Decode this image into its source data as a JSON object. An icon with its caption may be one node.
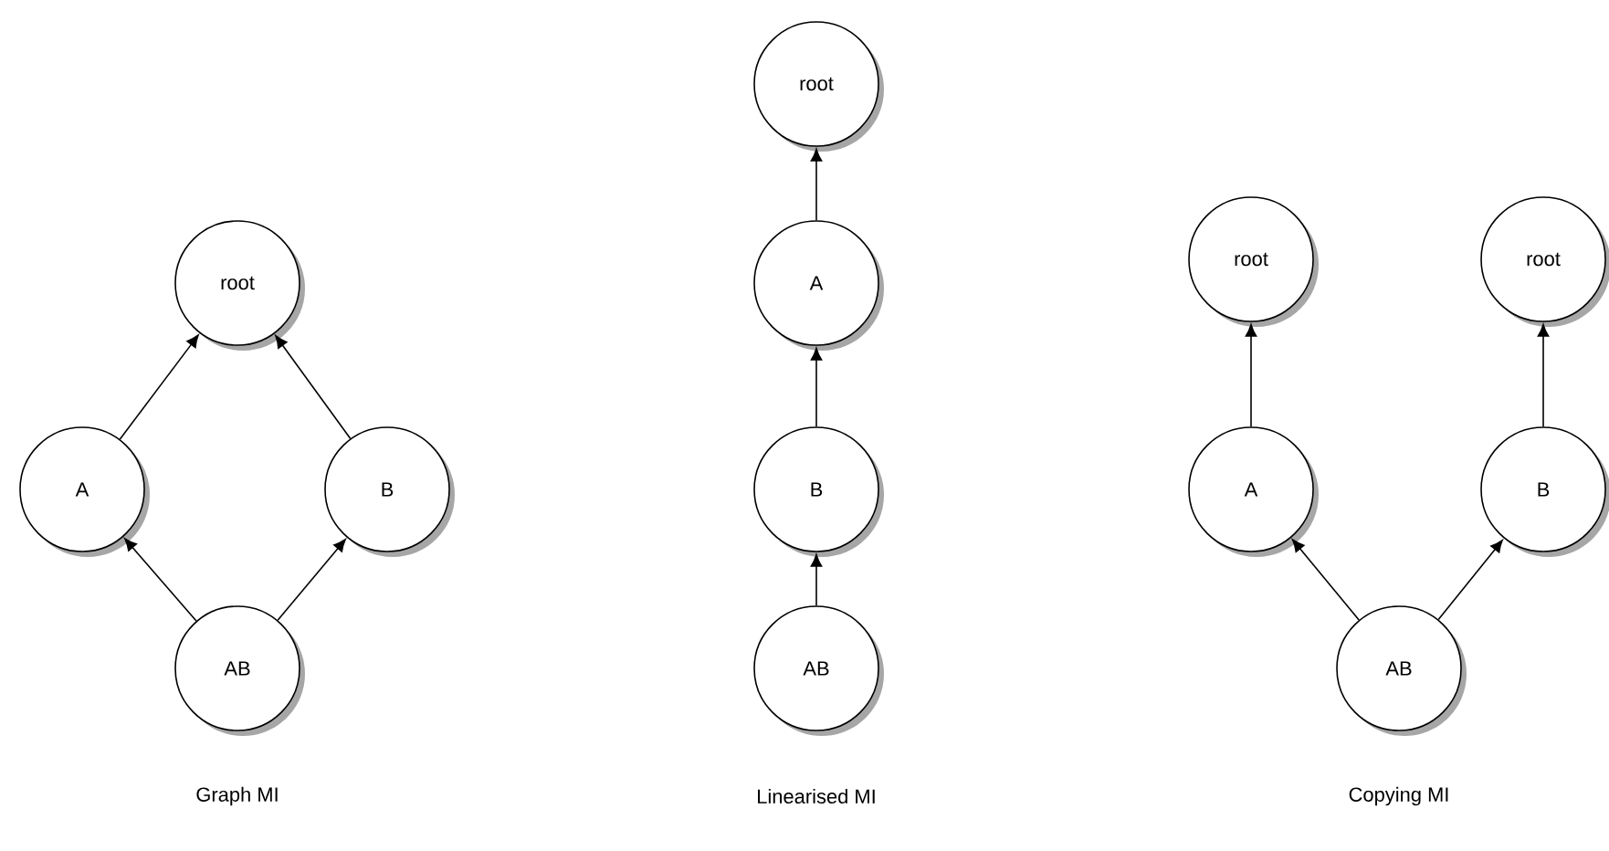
{
  "diagram": {
    "nodes": [
      {
        "text": [
          "root"
        ]
      },
      {
        "text": [
          "A"
        ]
      },
      {
        "text": [
          "B"
        ]
      },
      {
        "text": [
          "AB"
        ]
      },
      {
        "text": [
          "root"
        ]
      },
      {
        "text": [
          "A"
        ]
      },
      {
        "text": [
          "B"
        ]
      },
      {
        "text": [
          "AB"
        ]
      },
      {
        "text": [
          "root"
        ]
      },
      {
        "text": [
          "root"
        ]
      },
      {
        "text": [
          "A"
        ]
      },
      {
        "text": [
          "B"
        ]
      },
      {
        "text": [
          "AB"
        ]
      }
    ],
    "edges": [
      {
        "from": 1,
        "to": 0,
        "arrow": "to"
      },
      {
        "from": 2,
        "to": 0,
        "arrow": "to"
      },
      {
        "from": 3,
        "to": 1,
        "arrow": "to"
      },
      {
        "from": 3,
        "to": 2,
        "arrow": "to"
      },
      {
        "from": 5,
        "to": 4,
        "arrow": "to"
      },
      {
        "from": 6,
        "to": 5,
        "arrow": "to"
      },
      {
        "from": 7,
        "to": 6,
        "arrow": "to"
      },
      {
        "from": 10,
        "to": 8,
        "arrow": "to"
      },
      {
        "from": 11,
        "to": 9,
        "arrow": "to"
      },
      {
        "from": 12,
        "to": 10,
        "arrow": "to"
      },
      {
        "from": 12,
        "to": 11,
        "arrow": "to"
      }
    ],
    "labels": [
      "Graph MI",
      "Linearised MI",
      "Copying MI"
    ]
  }
}
